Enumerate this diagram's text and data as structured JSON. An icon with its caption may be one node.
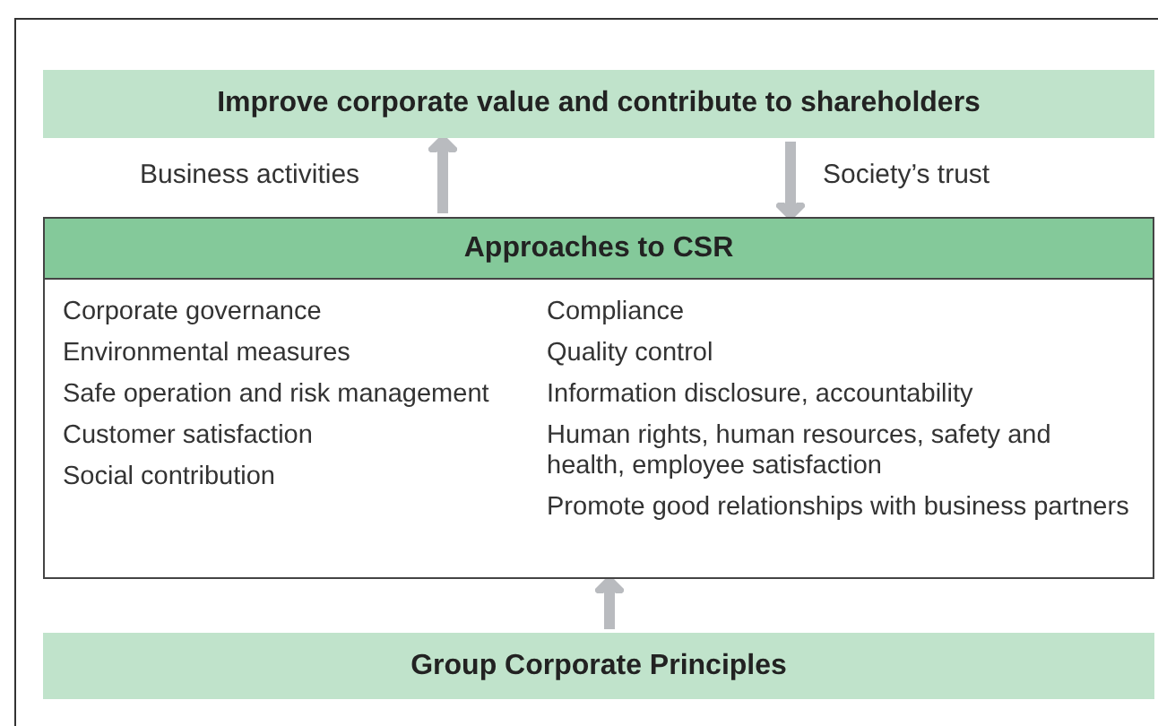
{
  "diagram": {
    "nodes": [
      {
        "text": [
          "Improve corporate value and contribute to shareholders"
        ]
      },
      {
        "text": [
          "Approaches to CSR",
          "Corporate governance",
          "Environmental measures",
          "Safe operation and risk management",
          "Customer satisfaction",
          "Social contribution",
          "Compliance",
          "Quality control",
          "Information disclosure, accountability",
          "Human rights, human resources, safety and health, employee satisfaction",
          "Promote good relationships with business partners"
        ]
      },
      {
        "text": [
          "Group Corporate Principles"
        ]
      }
    ],
    "edges": [
      {
        "from": 1,
        "to": 0,
        "arrow": "to",
        "label": "Business activities"
      },
      {
        "from": 0,
        "to": 1,
        "arrow": "to",
        "label": "Society’s trust"
      },
      {
        "from": 2,
        "to": 1,
        "arrow": "to"
      }
    ]
  }
}
